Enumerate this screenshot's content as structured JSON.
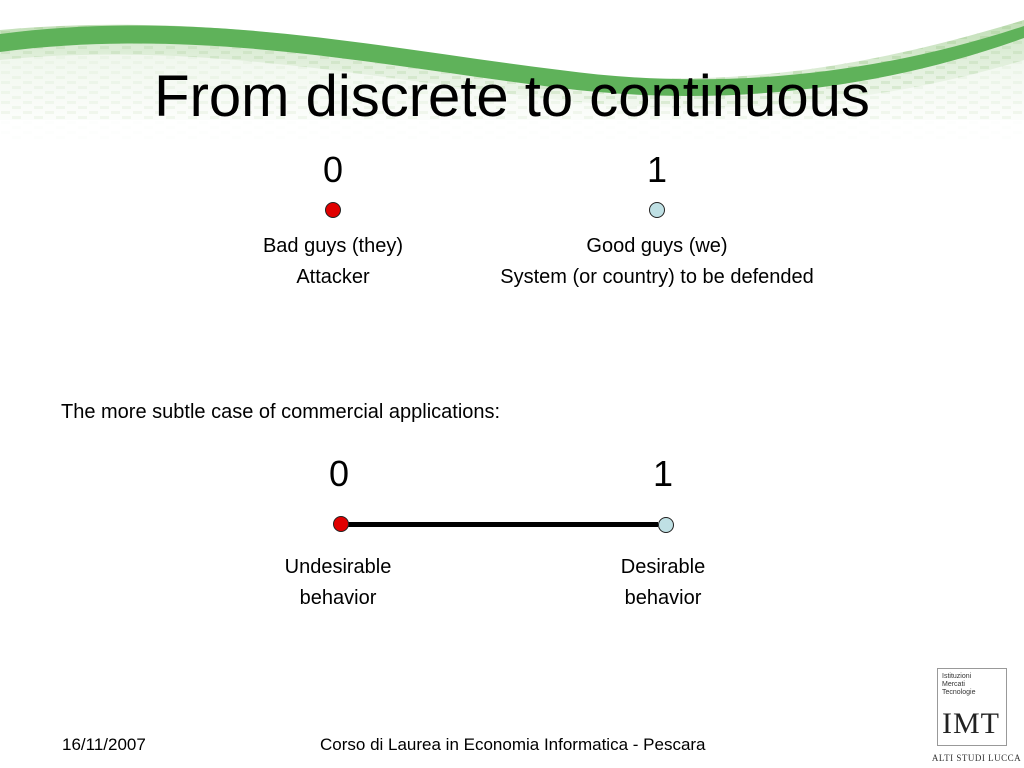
{
  "slide": {
    "title": "From discrete to continuous"
  },
  "discrete": {
    "left": {
      "value": "0",
      "line1": "Bad guys (they)",
      "line2": "Attacker",
      "dot_color": "#e00000"
    },
    "right": {
      "value": "1",
      "line1": "Good guys (we)",
      "line2": "System (or country) to be defended",
      "dot_color": "#bfe0e4"
    }
  },
  "intro_text": "The more subtle case of commercial applications:",
  "continuous": {
    "left": {
      "value": "0",
      "line1": "Undesirable",
      "line2": "behavior",
      "dot_color": "#e00000"
    },
    "right": {
      "value": "1",
      "line1": "Desirable",
      "line2": "behavior",
      "dot_color": "#bfe0e4"
    }
  },
  "footer": {
    "date": "16/11/2007",
    "course": "Corso di Laurea in Economia Informatica - Pescara"
  },
  "logo": {
    "small_text": "Istituzioni\nMercati\nTecnologie",
    "acronym": "IMT",
    "subtitle": "ALTI STUDI LUCCA"
  },
  "colors": {
    "banner_green": "#5fb25a",
    "banner_light": "#cfe6c2"
  }
}
